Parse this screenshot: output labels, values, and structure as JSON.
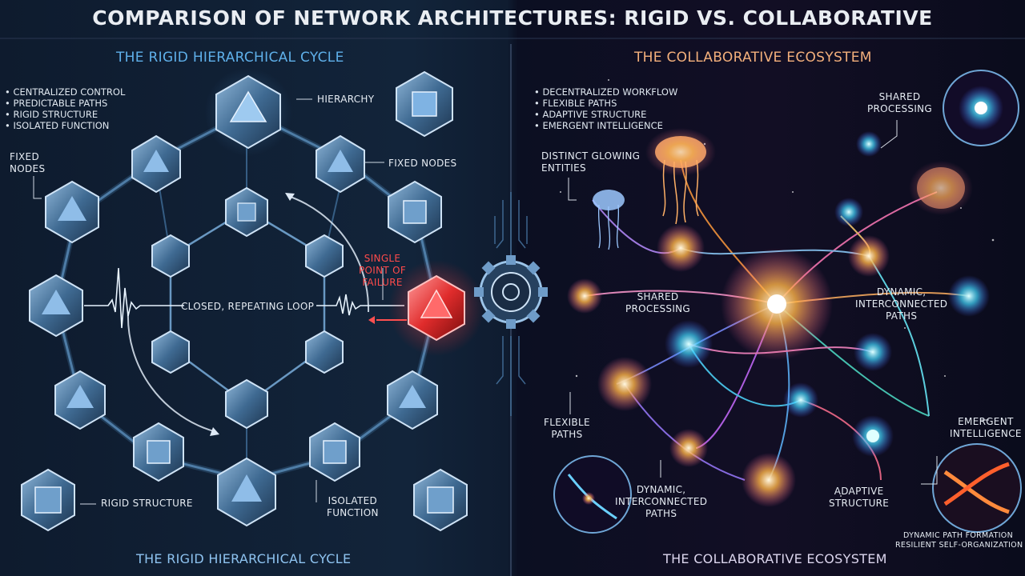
{
  "title": "COMPARISON OF NETWORK ARCHITECTURES: RIGID VS. COLLABORATIVE",
  "left": {
    "heading": "THE RIGID HIERARCHICAL CYCLE",
    "bullets": [
      "CENTRALIZED CONTROL",
      "PREDICTABLE PATHS",
      "RIGID STRUCTURE",
      "ISOLATED FUNCTION"
    ],
    "labels": {
      "hierarchy": "HIERARCHY",
      "fixed_nodes_left": "FIXED\nNODES",
      "fixed_nodes_right": "FIXED NODES",
      "single_point": "SINGLE\nPOINT OF\nFAILURE",
      "closed_loop": "CLOSED, REPEATING LOOP",
      "rigid_structure": "RIGID STRUCTURE",
      "isolated_function": "ISOLATED\nFUNCTION"
    },
    "footer": "THE RIGID HIERARCHICAL CYCLE",
    "accent_color": "#5fb0ea",
    "failure_color": "#ff3b3b"
  },
  "right": {
    "heading": "THE COLLABORATIVE ECOSYSTEM",
    "bullets": [
      "DECENTRALIZED WORKFLOW",
      "FLEXIBLE PATHS",
      "ADAPTIVE STRUCTURE",
      "EMERGENT INTELLIGENCE"
    ],
    "labels": {
      "distinct_entities": "DISTINCT GLOWING\nENTITIES",
      "shared_processing_top": "SHARED\nPROCESSING",
      "shared_processing_mid": "SHARED\nPROCESSING",
      "dynamic_paths_right": "DYNAMIC,\nINTERCONNECTED\nPATHS",
      "flexible_paths": "FLEXIBLE\nPATHS",
      "emergent_intelligence": "EMERGENT\nINTELLIGENCE",
      "dynamic_paths_bottom": "DYNAMIC,\nINTERCONNECTED\nPATHS",
      "adaptive_structure": "ADAPTIVE\nSTRUCTURE",
      "dynamic_path_formation": "DYNAMIC PATH FORMATION",
      "resilient_self_org": "RESILIENT SELF-ORGANIZATION"
    },
    "footer": "THE COLLABORATIVE ECOSYSTEM",
    "accent_color": "#f4b07c"
  },
  "icons": [
    "icosahedron-node-icon",
    "cube-node-icon",
    "gear-icon",
    "jellyfish-icon",
    "galaxy-icon",
    "heartbeat-wave-icon"
  ]
}
